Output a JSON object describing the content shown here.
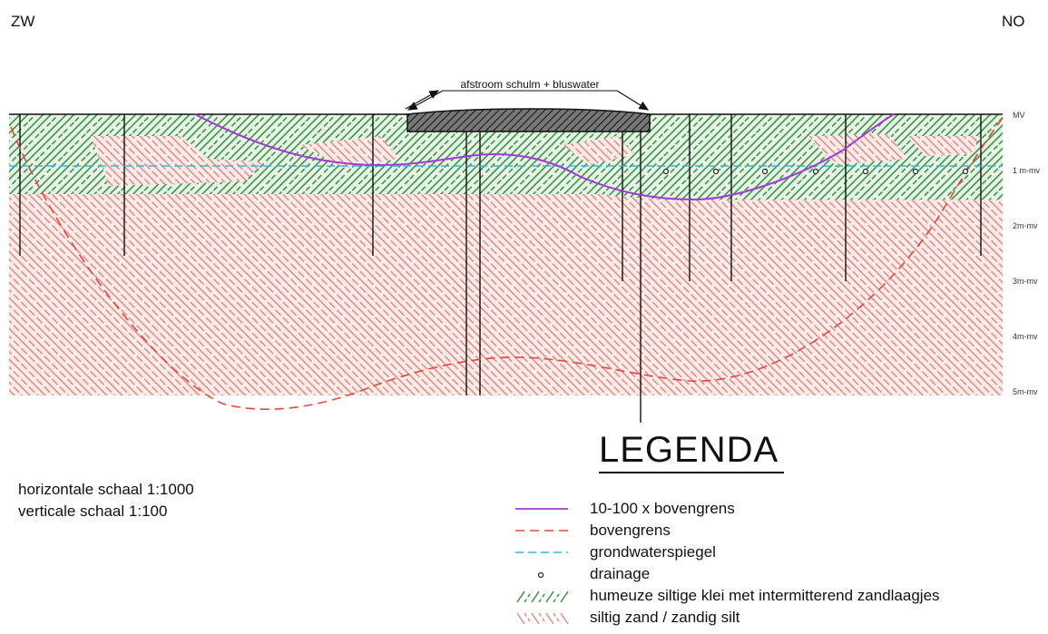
{
  "orientation": {
    "left": "ZW",
    "right": "NO"
  },
  "surface_label": "afstroom schulm + bluswater",
  "depth_labels": [
    "MV",
    "1 m-mv",
    "2m-mv",
    "3m-mv",
    "4m-mv",
    "5m-mv"
  ],
  "scale": {
    "horizontal": "horizontale schaal 1:1000",
    "vertical": "verticale schaal 1:100"
  },
  "legend": {
    "title": "LEGENDA",
    "items": [
      {
        "label": "10-100 x bovengrens",
        "symbol": "solid-line",
        "color": "#a23bd6"
      },
      {
        "label": "bovengrens",
        "symbol": "dashed-line",
        "color": "#e8453c"
      },
      {
        "label": "grondwaterspiegel",
        "symbol": "dashed-line",
        "color": "#35b7d6"
      },
      {
        "label": "drainage",
        "symbol": "circle-marker",
        "color": "#222222"
      },
      {
        "label": "humeuze siltige klei met intermitterend zandlaagjes",
        "symbol": "hatch",
        "color": "#2e8b3e"
      },
      {
        "label": "siltig zand / zandig silt",
        "symbol": "hatch",
        "color": "#d98a80"
      }
    ]
  },
  "colors": {
    "clay_hatch": "#2e8b3e",
    "clay_bg": "#e8f3e6",
    "sand_hatch": "#d98a80",
    "sand_bg": "#fbecea",
    "upper_limit_10_100": "#a23bd6",
    "upper_limit": "#e8453c",
    "groundwater": "#35b7d6"
  }
}
